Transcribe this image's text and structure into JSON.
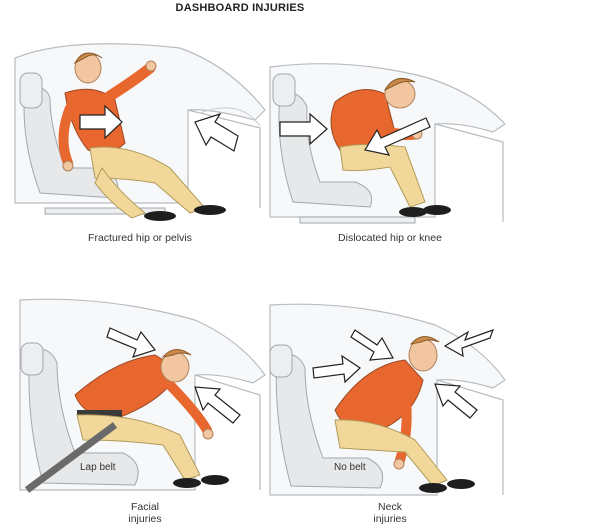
{
  "title": "DASHBOARD INJURIES",
  "panels": [
    {
      "id": "hip-pelvis",
      "caption": "Fractured hip or pelvis"
    },
    {
      "id": "hip-knee",
      "caption": "Dislocated hip or knee"
    },
    {
      "id": "facial",
      "caption_line1": "Facial",
      "caption_line2": "injuries",
      "label": "Lap belt"
    },
    {
      "id": "neck",
      "caption_line1": "Neck",
      "caption_line2": "injuries",
      "label": "No belt"
    }
  ],
  "colors": {
    "shirt": "#e8672f",
    "pants": "#f1d89a",
    "skin": "#f1c6a1",
    "hair": "#c98a4a",
    "seat": "#e6e8ea",
    "line": "#9ea3a8",
    "shoe": "#1e1e1e"
  }
}
